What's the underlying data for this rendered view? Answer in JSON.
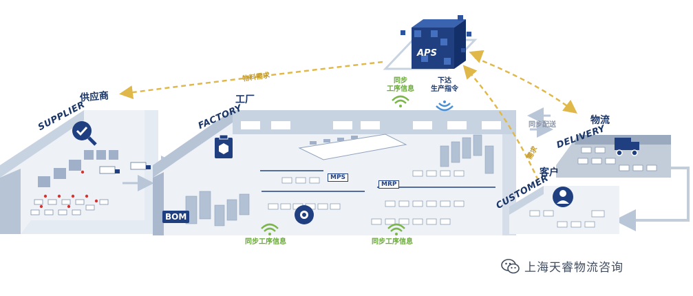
{
  "core": {
    "logo_text": "APS"
  },
  "zones": {
    "supplier": {
      "en": "SUPPLIER",
      "cn": "供应商"
    },
    "factory": {
      "en": "FACTORY",
      "cn": "工厂"
    },
    "delivery": {
      "en": "DELIVERY",
      "cn": "物流"
    },
    "customer": {
      "en": "CUSTOMER",
      "cn": "客户"
    }
  },
  "flows": {
    "material_demand": "物料需求",
    "demand": "需求",
    "sync_delivery": "同步配送",
    "sync_process_top_l1": "同步",
    "sync_process_top_l2": "工序信息",
    "issue_cmd_l1": "下达",
    "issue_cmd_l2": "生产指令",
    "sync_process_bottom_left": "同步工序信息",
    "sync_process_bottom_right": "同步工序信息"
  },
  "systems": {
    "bom": "BOM",
    "mps": "MPS",
    "mrp": "MRP"
  },
  "watermark": {
    "text": "上海天睿物流咨询",
    "icon": "wechat-icon"
  },
  "colors": {
    "navy": "#1f3f80",
    "light_blue": "#c8d3e2",
    "floor": "#eef2f7",
    "flow_gold": "#e0b84a",
    "signal_green": "#7ab648"
  }
}
